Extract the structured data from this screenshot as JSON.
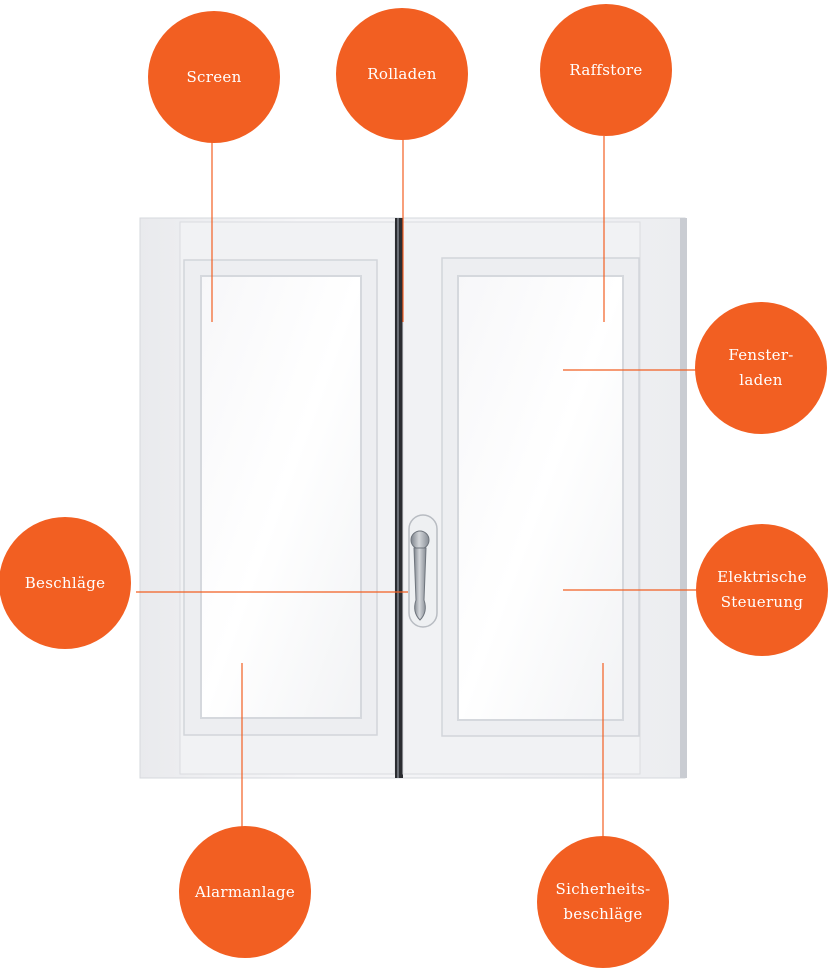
{
  "colors": {
    "accent": "#F25F22",
    "frame": "#F3F3F5",
    "frame_edge": "#D9DBE0",
    "glass": "#FCFCFD",
    "handle": "#9EA3AA"
  },
  "labels": {
    "screen": [
      "Screen"
    ],
    "rolladen": [
      "Rolladen"
    ],
    "raffstore": [
      "Raffstore"
    ],
    "fensterladen": [
      "Fenster-",
      "laden"
    ],
    "beschlaege": [
      "Beschläge"
    ],
    "elektrische_steuerung": [
      "Elektrische",
      "Steuerung"
    ],
    "alarmanlage": [
      "Alarmanlage"
    ],
    "sicherheitsbeschlaege": [
      "Sicherheits-",
      "beschläge"
    ]
  }
}
